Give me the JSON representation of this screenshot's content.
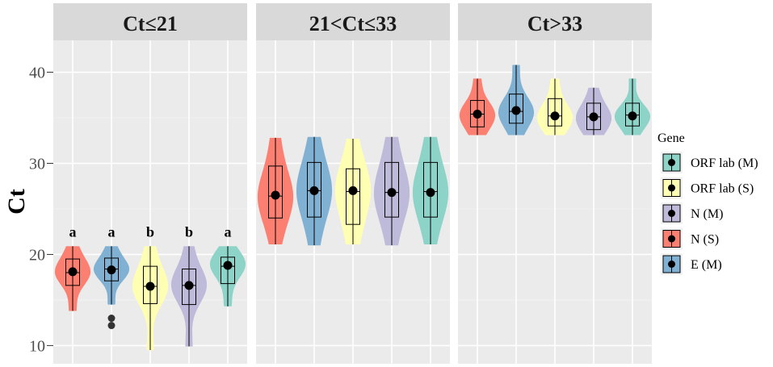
{
  "chart_data": {
    "type": "violin",
    "ylabel": "Ct",
    "xlabel": "",
    "ylim": [
      8,
      43.5
    ],
    "yticks": [
      10,
      20,
      30,
      40
    ],
    "grid": true,
    "legend_position": "right",
    "legend": {
      "title": "Gene",
      "entries": [
        {
          "label": "ORF lab (M)",
          "color": "#8DD3C7"
        },
        {
          "label": "ORF lab (S)",
          "color": "#FFFFB3"
        },
        {
          "label": "N (M)",
          "color": "#BEBADA"
        },
        {
          "label": "N (S)",
          "color": "#FB8072"
        },
        {
          "label": "E (M)",
          "color": "#80B1D3"
        }
      ]
    },
    "panel_order": [
      "E (M)",
      "N (S)",
      "N (M)",
      "ORF lab (S)",
      "ORF lab (M)"
    ],
    "panels": [
      {
        "strip": "Ct≤21",
        "series": [
          {
            "gene": "N (S)",
            "color": "#FB8072",
            "min": 13.8,
            "q1": 16.6,
            "median": 18.0,
            "q3": 19.5,
            "max": 20.9,
            "mean": 18.1,
            "outliers": [],
            "letter": "a"
          },
          {
            "gene": "E (M)",
            "color": "#80B1D3",
            "min": 14.5,
            "q1": 17.1,
            "median": 18.4,
            "q3": 19.6,
            "max": 20.9,
            "mean": 18.3,
            "outliers": [
              13.0,
              12.2
            ],
            "letter": "a"
          },
          {
            "gene": "ORF lab (S)",
            "color": "#FFFFB3",
            "min": 9.5,
            "q1": 14.6,
            "median": 16.5,
            "q3": 18.7,
            "max": 20.9,
            "mean": 16.5,
            "outliers": [],
            "letter": "b"
          },
          {
            "gene": "N (M)",
            "color": "#BEBADA",
            "min": 9.9,
            "q1": 14.5,
            "median": 16.6,
            "q3": 18.4,
            "max": 20.9,
            "mean": 16.6,
            "outliers": [],
            "letter": "b"
          },
          {
            "gene": "ORF lab (M)",
            "color": "#8DD3C7",
            "min": 14.3,
            "q1": 16.8,
            "median": 18.7,
            "q3": 19.7,
            "max": 20.9,
            "mean": 18.8,
            "outliers": [],
            "letter": "a"
          }
        ]
      },
      {
        "strip": "21<Ct≤33",
        "series": [
          {
            "gene": "N (S)",
            "color": "#FB8072",
            "min": 21.1,
            "q1": 24.0,
            "median": 26.4,
            "q3": 29.7,
            "max": 32.8,
            "mean": 26.5,
            "outliers": [],
            "letter": ""
          },
          {
            "gene": "E (M)",
            "color": "#80B1D3",
            "min": 21.0,
            "q1": 24.1,
            "median": 27.0,
            "q3": 30.1,
            "max": 32.9,
            "mean": 27.0,
            "outliers": [],
            "letter": ""
          },
          {
            "gene": "ORF lab (S)",
            "color": "#FFFFB3",
            "min": 21.1,
            "q1": 23.3,
            "median": 26.9,
            "q3": 29.4,
            "max": 32.7,
            "mean": 27.0,
            "outliers": [],
            "letter": ""
          },
          {
            "gene": "N (M)",
            "color": "#BEBADA",
            "min": 21.0,
            "q1": 24.1,
            "median": 26.8,
            "q3": 30.1,
            "max": 32.9,
            "mean": 26.8,
            "outliers": [],
            "letter": ""
          },
          {
            "gene": "ORF lab (M)",
            "color": "#8DD3C7",
            "min": 21.1,
            "q1": 24.1,
            "median": 26.9,
            "q3": 30.1,
            "max": 32.9,
            "mean": 26.8,
            "outliers": [],
            "letter": ""
          }
        ]
      },
      {
        "strip": "Ct>33",
        "series": [
          {
            "gene": "N (S)",
            "color": "#FB8072",
            "min": 33.1,
            "q1": 34.0,
            "median": 35.4,
            "q3": 36.9,
            "max": 39.3,
            "mean": 35.4,
            "outliers": [],
            "letter": ""
          },
          {
            "gene": "E (M)",
            "color": "#80B1D3",
            "min": 33.1,
            "q1": 34.4,
            "median": 35.7,
            "q3": 37.6,
            "max": 40.8,
            "mean": 35.8,
            "outliers": [],
            "letter": ""
          },
          {
            "gene": "ORF lab (S)",
            "color": "#FFFFB3",
            "min": 33.1,
            "q1": 34.1,
            "median": 35.2,
            "q3": 37.1,
            "max": 39.3,
            "mean": 35.2,
            "outliers": [],
            "letter": ""
          },
          {
            "gene": "N (M)",
            "color": "#BEBADA",
            "min": 33.1,
            "q1": 33.7,
            "median": 35.1,
            "q3": 36.6,
            "max": 38.3,
            "mean": 35.1,
            "outliers": [],
            "letter": ""
          },
          {
            "gene": "ORF lab (M)",
            "color": "#8DD3C7",
            "min": 33.1,
            "q1": 34.1,
            "median": 35.3,
            "q3": 36.6,
            "max": 39.3,
            "mean": 35.2,
            "outliers": [],
            "letter": ""
          }
        ]
      }
    ]
  }
}
